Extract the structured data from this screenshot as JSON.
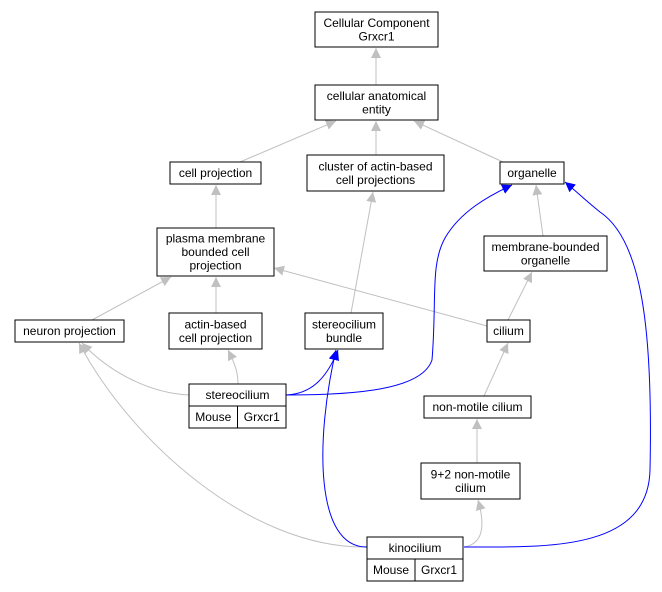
{
  "colors": {
    "is_a_edge": "#c0c0c0",
    "part_of_edge": "#0000ff",
    "annotation_fill": "#add8e6",
    "node_border": "#000000"
  },
  "nodes": {
    "cc_root": {
      "lines": [
        "Cellular Component",
        "Grxcr1"
      ]
    },
    "cae": {
      "lines": [
        "cellular anatomical",
        "entity"
      ]
    },
    "cell_proj": {
      "lines": [
        "cell projection"
      ]
    },
    "cluster": {
      "lines": [
        "cluster of actin-based",
        "cell projections"
      ]
    },
    "organelle": {
      "lines": [
        "organelle"
      ]
    },
    "pm_bounded": {
      "lines": [
        "plasma membrane",
        "bounded cell",
        "projection"
      ]
    },
    "mem_organelle": {
      "lines": [
        "membrane-bounded",
        "organelle"
      ]
    },
    "neuron_proj": {
      "lines": [
        "neuron projection"
      ]
    },
    "actin_proj": {
      "lines": [
        "actin-based",
        "cell projection"
      ]
    },
    "sc_bundle": {
      "lines": [
        "stereocilium",
        "bundle"
      ]
    },
    "cilium": {
      "lines": [
        "cilium"
      ]
    },
    "stereocilium": {
      "lines": [
        "stereocilium"
      ],
      "tags": [
        "Mouse",
        "Grxcr1"
      ]
    },
    "nm_cilium": {
      "lines": [
        "non-motile cilium"
      ]
    },
    "nm92_cilium": {
      "lines": [
        "9+2 non-motile",
        "cilium"
      ]
    },
    "kinocilium": {
      "lines": [
        "kinocilium"
      ],
      "tags": [
        "Mouse",
        "Grxcr1"
      ]
    }
  },
  "edges": [
    {
      "from": "cae",
      "to": "cc_root",
      "kind": "is_a"
    },
    {
      "from": "cell_proj",
      "to": "cae",
      "kind": "is_a"
    },
    {
      "from": "cluster",
      "to": "cae",
      "kind": "is_a"
    },
    {
      "from": "organelle",
      "to": "cae",
      "kind": "is_a"
    },
    {
      "from": "pm_bounded",
      "to": "cell_proj",
      "kind": "is_a"
    },
    {
      "from": "mem_organelle",
      "to": "organelle",
      "kind": "is_a"
    },
    {
      "from": "neuron_proj",
      "to": "pm_bounded",
      "kind": "is_a"
    },
    {
      "from": "actin_proj",
      "to": "pm_bounded",
      "kind": "is_a"
    },
    {
      "from": "cilium",
      "to": "pm_bounded",
      "kind": "is_a"
    },
    {
      "from": "sc_bundle",
      "to": "cluster",
      "kind": "is_a"
    },
    {
      "from": "cilium",
      "to": "mem_organelle",
      "kind": "is_a"
    },
    {
      "from": "stereocilium",
      "to": "neuron_proj",
      "kind": "is_a"
    },
    {
      "from": "stereocilium",
      "to": "actin_proj",
      "kind": "is_a"
    },
    {
      "from": "stereocilium",
      "to": "sc_bundle",
      "kind": "part_of"
    },
    {
      "from": "stereocilium",
      "to": "organelle",
      "kind": "part_of"
    },
    {
      "from": "nm_cilium",
      "to": "cilium",
      "kind": "is_a"
    },
    {
      "from": "nm92_cilium",
      "to": "nm_cilium",
      "kind": "is_a"
    },
    {
      "from": "kinocilium",
      "to": "nm92_cilium",
      "kind": "is_a"
    },
    {
      "from": "kinocilium",
      "to": "neuron_proj",
      "kind": "is_a"
    },
    {
      "from": "kinocilium",
      "to": "sc_bundle",
      "kind": "part_of"
    },
    {
      "from": "kinocilium",
      "to": "organelle",
      "kind": "part_of"
    }
  ]
}
